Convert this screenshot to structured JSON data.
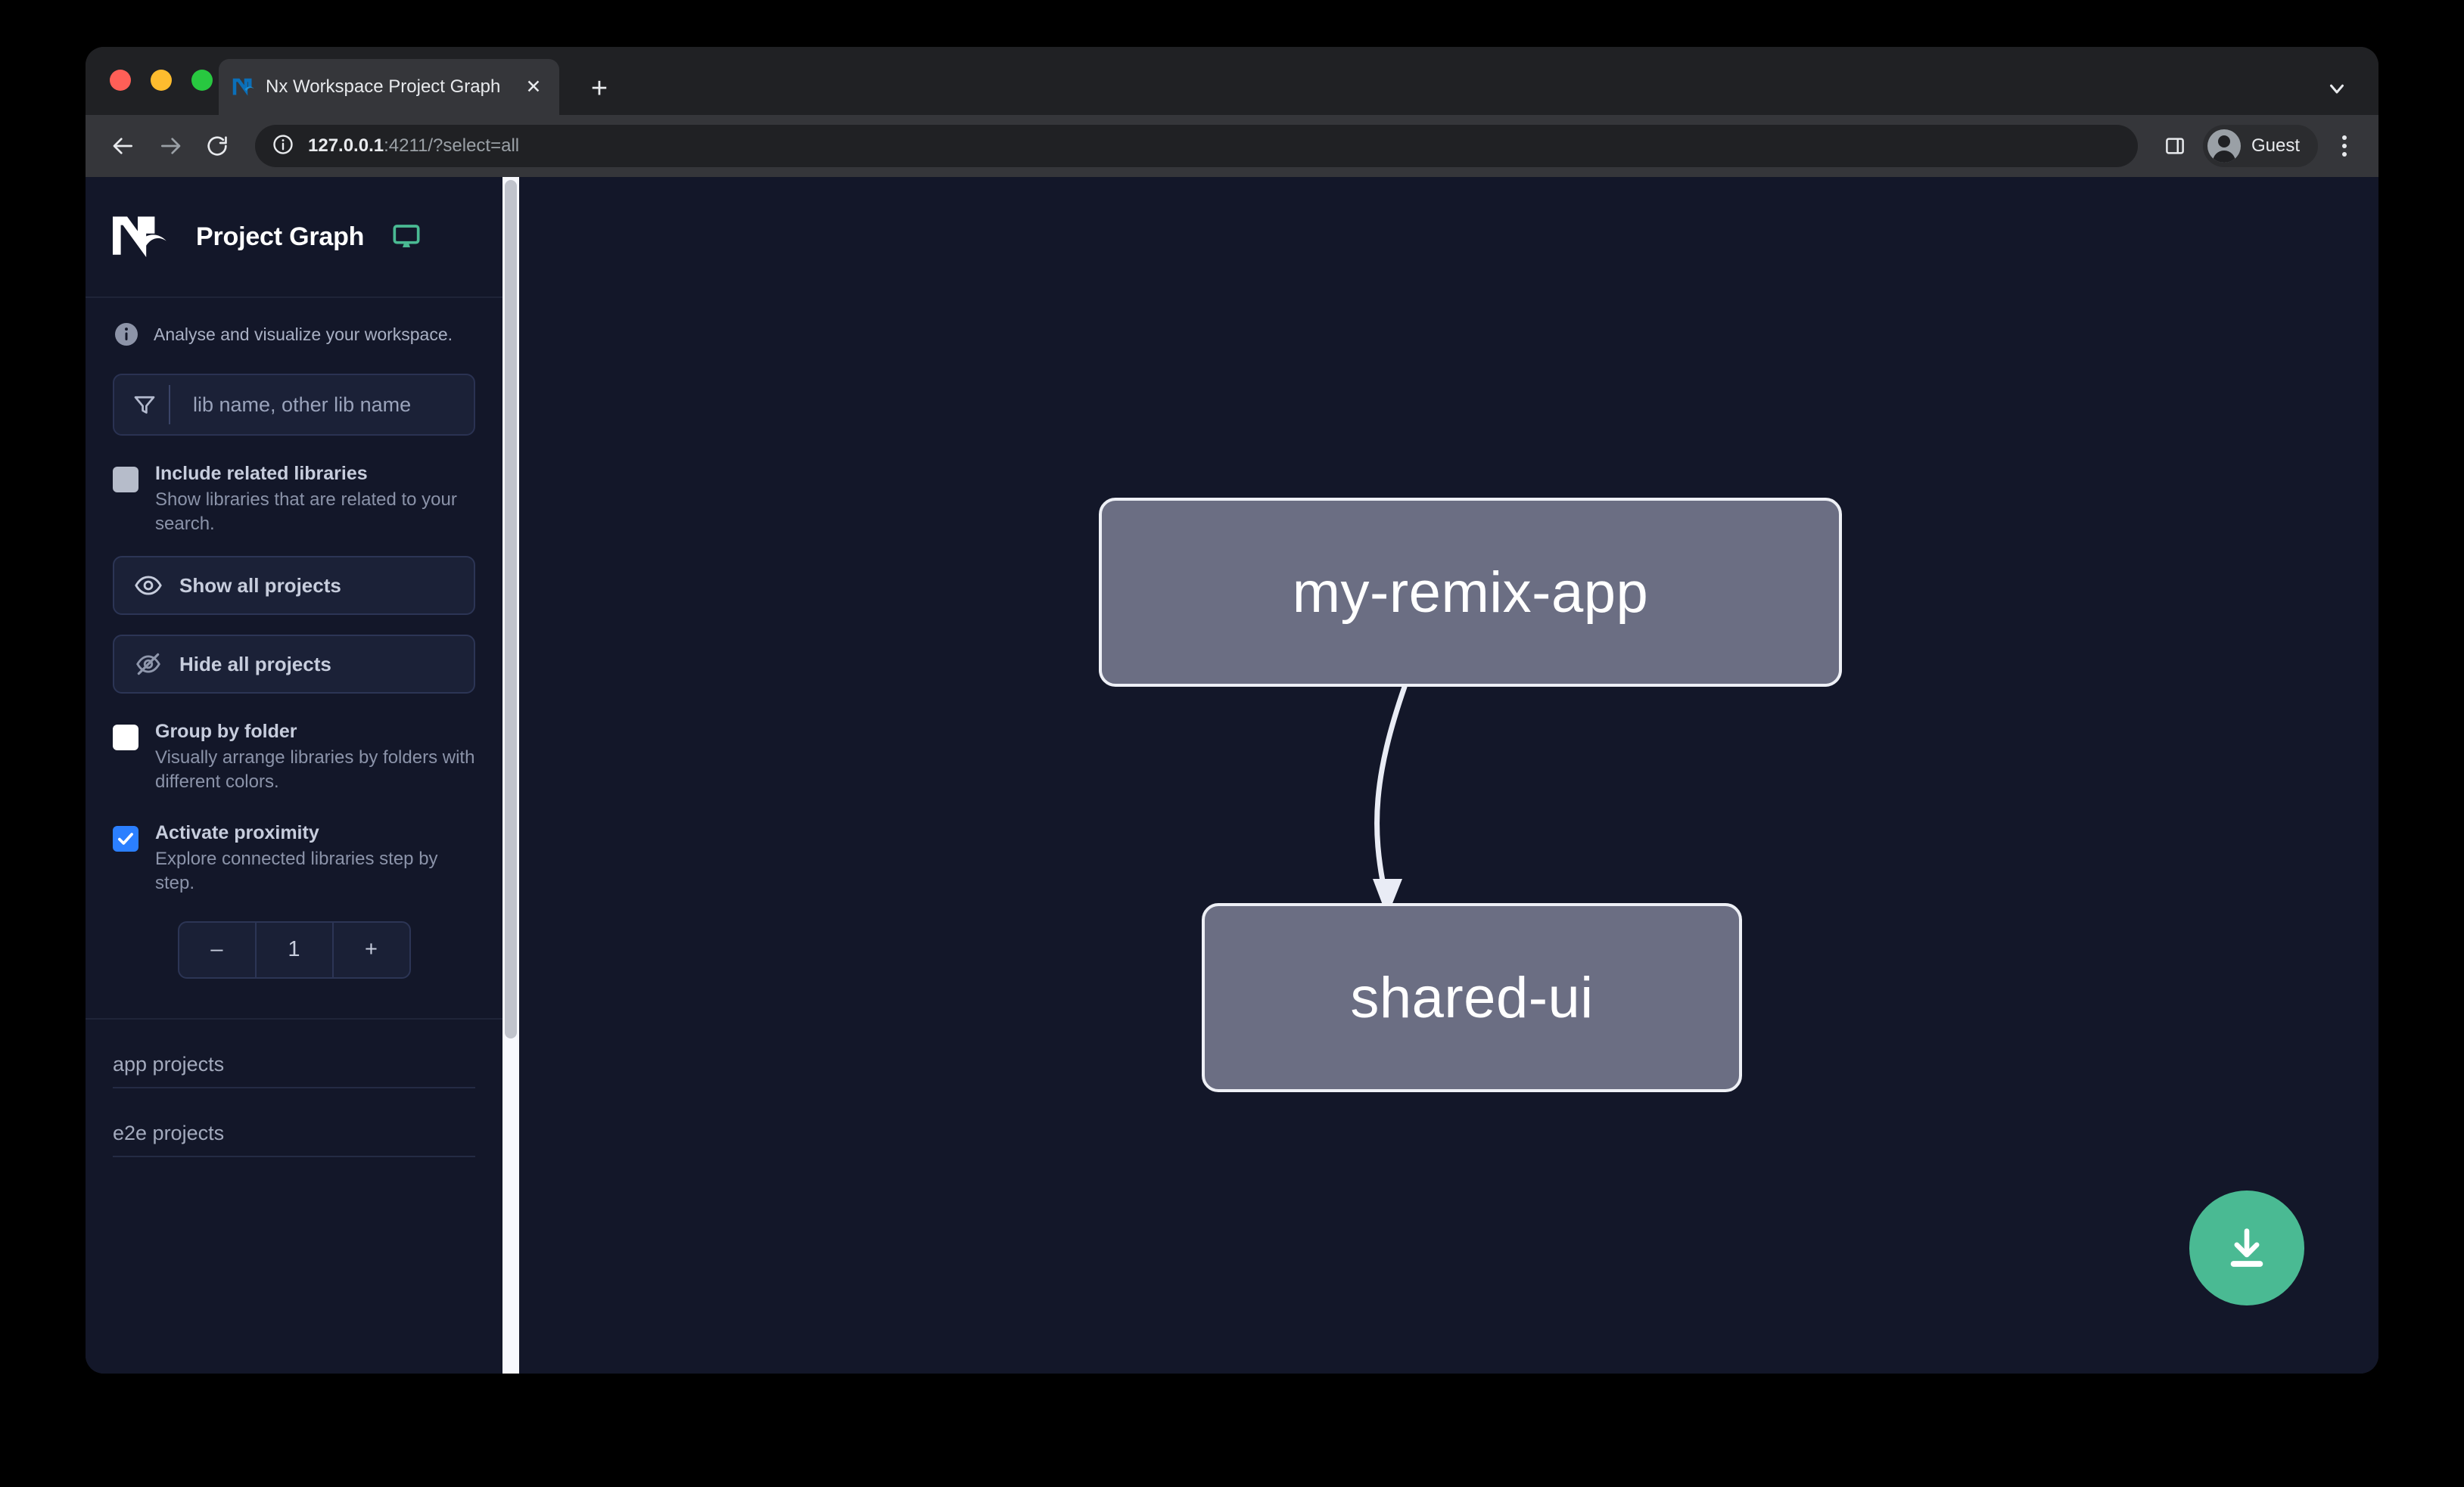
{
  "browser": {
    "tab": {
      "title": "Nx Workspace Project Graph",
      "favicon": "nx-logo-icon",
      "close_label": "✕"
    },
    "new_tab_label": "+",
    "tabstrip_chevron": "chevron-down-icon",
    "toolbar": {
      "back_icon": "back-arrow-icon",
      "forward_icon": "forward-arrow-icon",
      "reload_icon": "reload-icon",
      "site_info_icon": "info-circle-icon",
      "url_host": "127.0.0.1",
      "url_rest": ":4211/?select=all",
      "side_panel_icon": "side-panel-icon",
      "profile_label": "Guest",
      "profile_icon": "avatar-icon",
      "menu_icon": "kebab-menu-icon"
    }
  },
  "sidebar": {
    "logo": "nx-logo-icon",
    "title": "Project Graph",
    "display_icon": "monitor-icon",
    "note_icon": "info-icon",
    "note": "Analyse and visualize your workspace.",
    "filter": {
      "icon": "funnel-icon",
      "placeholder": "lib name, other lib name",
      "value": ""
    },
    "options": [
      {
        "name": "include-related-libraries",
        "label": "Include related libraries",
        "desc": "Show libraries that are related to your search.",
        "checked": false,
        "box_style": "grey"
      },
      {
        "name": "group-by-folder",
        "label": "Group by folder",
        "desc": "Visually arrange libraries by folders with different colors.",
        "checked": false,
        "box_style": "white"
      },
      {
        "name": "activate-proximity",
        "label": "Activate proximity",
        "desc": "Explore connected libraries step by step.",
        "checked": true,
        "box_style": "blue"
      }
    ],
    "buttons": [
      {
        "name": "show-all-projects",
        "label": "Show all projects",
        "icon": "eye-icon"
      },
      {
        "name": "hide-all-projects",
        "label": "Hide all projects",
        "icon": "eye-slash-icon"
      }
    ],
    "stepper": {
      "decrement_label": "–",
      "value": "1",
      "increment_label": "+"
    },
    "groups": [
      {
        "name": "app-projects",
        "label": "app projects"
      },
      {
        "name": "e2e-projects",
        "label": "e2e projects"
      }
    ]
  },
  "graph": {
    "nodes": [
      {
        "id": "my-remix-app",
        "label": "my-remix-app"
      },
      {
        "id": "shared-ui",
        "label": "shared-ui"
      }
    ],
    "edges": [
      {
        "from": "my-remix-app",
        "to": "shared-ui"
      }
    ],
    "download_button": {
      "name": "download-graph-button",
      "icon": "download-icon"
    },
    "colors": {
      "background": "#131729",
      "node_fill": "#6b6e83",
      "node_border": "#eef0f6",
      "edge": "#e9ecf5",
      "accent_green": "#4aba93",
      "accent_blue": "#2b7fff"
    }
  }
}
